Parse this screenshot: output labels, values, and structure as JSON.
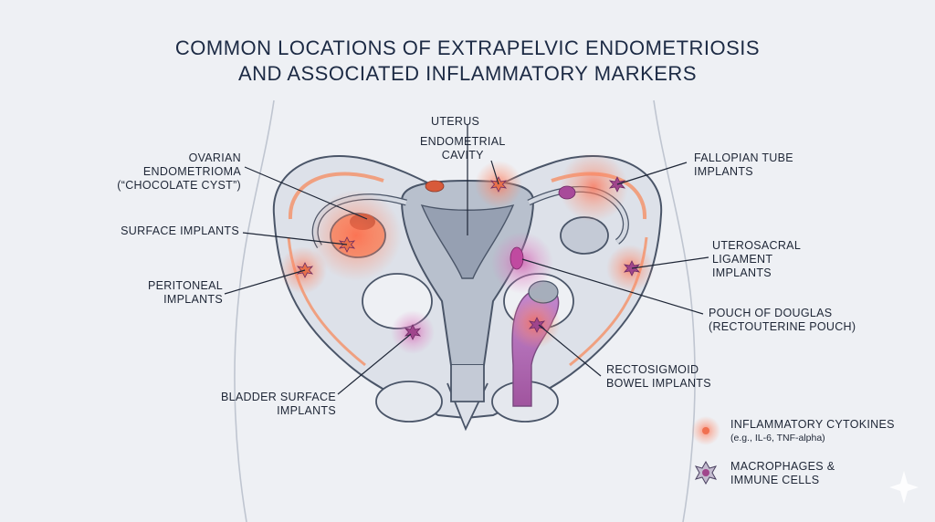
{
  "title": {
    "line1": "COMMON LOCATIONS OF EXTRAPELVIC ENDOMETRIOSIS",
    "line2": "AND ASSOCIATED INFLAMMATORY MARKERS"
  },
  "labels": {
    "uterus": "UTERUS",
    "endometrial_cavity": [
      "ENDOMETRIAL",
      "CAVITY"
    ],
    "ovarian_endometrioma": [
      "OVARIAN",
      "ENDOMETRIOMA",
      "(“CHOCOLATE CYST”)"
    ],
    "surface_implants": "SURFACE IMPLANTS",
    "peritoneal_implants": [
      "PERITONEAL",
      "IMPLANTS"
    ],
    "bladder_surface_implants": [
      "BLADDER SURFACE",
      "IMPLANTS"
    ],
    "fallopian_tube_implants": [
      "FALLOPIAN TUBE",
      "IMPLANTS"
    ],
    "uterosacral_ligament_implants": [
      "UTEROSACRAL",
      "LIGAMENT",
      "IMPLANTS"
    ],
    "pouch_of_douglas": [
      "POUCH OF DOUGLAS",
      "(RECTOUTERINE POUCH)"
    ],
    "rectosigmoid_bowel_implants": [
      "RECTOSIGMOID",
      "BOWEL IMPLANTS"
    ]
  },
  "legend": {
    "cytokines": {
      "title": "INFLAMMATORY CYTOKINES",
      "subtitle": "(e.g., IL-6, TNF-alpha)",
      "icon": "glow-dot-icon"
    },
    "macrophages": {
      "title": [
        "MACROPHAGES &",
        "IMMUNE CELLS"
      ],
      "icon": "macrophage-cell-icon"
    }
  },
  "colors": {
    "background": "#eef0f4",
    "outline": "#4a5568",
    "tissue": "#d9dde6",
    "implant_red": "#e8704a",
    "glow": "#ff8a6a",
    "macrophage": "#a0458c",
    "bowel": "#b36bb8"
  }
}
